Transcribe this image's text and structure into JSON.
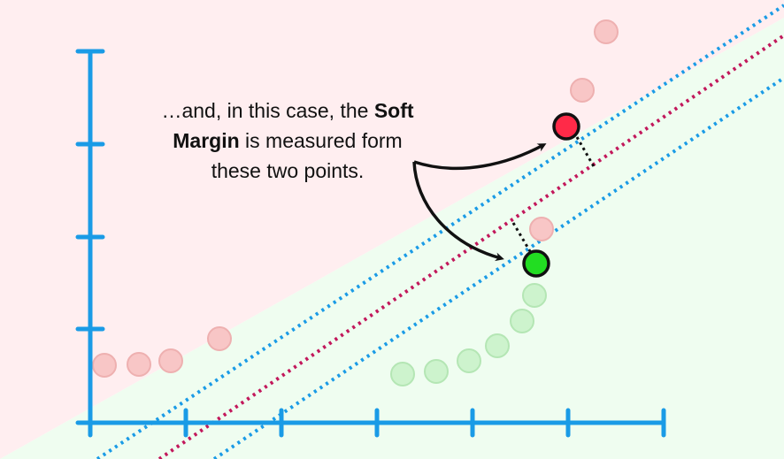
{
  "caption": {
    "line1": "…and, in this case, the ",
    "bold1": "Soft",
    "bold2": "Margin",
    "line2_rest": " is measured form",
    "line3": "these two points."
  },
  "colors": {
    "background_class_red": "#ffeef0",
    "background_class_green": "#effdf0",
    "axis": "#1a9be6",
    "margin_lines": "#1a9be6",
    "decision_boundary": "#c2185b",
    "point_red_faded": "#f8c6c6",
    "point_green_faded": "#cdf3cd",
    "point_red_highlight": "#ff2a48",
    "point_green_highlight": "#22dd22",
    "arrow": "#111111"
  },
  "icons": {
    "arrow_top": "curved-arrow-icon",
    "arrow_bottom": "curved-arrow-icon"
  }
}
